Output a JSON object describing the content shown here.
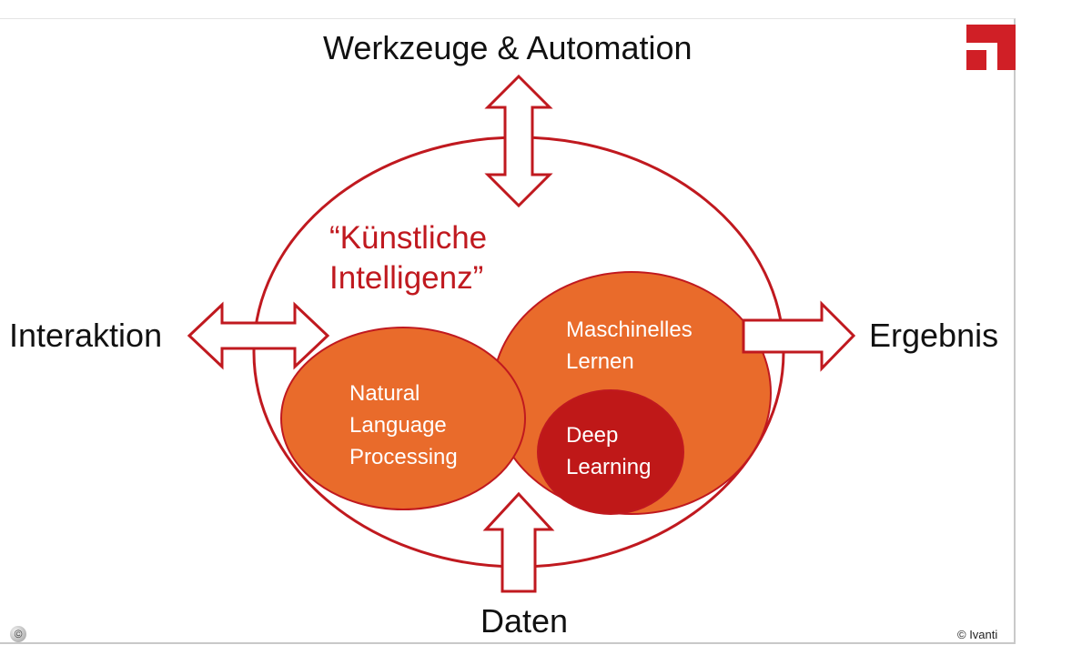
{
  "diagram": {
    "top_label": "Werkzeuge & Automation",
    "left_label": "Interaktion",
    "right_label": "Ergebnis",
    "bottom_label": "Daten",
    "ai_title_line1": "“Künstliche",
    "ai_title_line2": "Intelligenz”",
    "nlp_line1": "Natural",
    "nlp_line2": "Language",
    "nlp_line3": "Processing",
    "ml_line1": "Maschinelles",
    "ml_line2": "Lernen",
    "dl_line1": "Deep",
    "dl_line2": "Learning",
    "copyright": "© Ivanti",
    "badge": "©"
  },
  "colors": {
    "outline_red": "#c0191f",
    "orange": "#e96b2b",
    "deep_red": "#bf1818",
    "brand_red": "#d01f26"
  }
}
